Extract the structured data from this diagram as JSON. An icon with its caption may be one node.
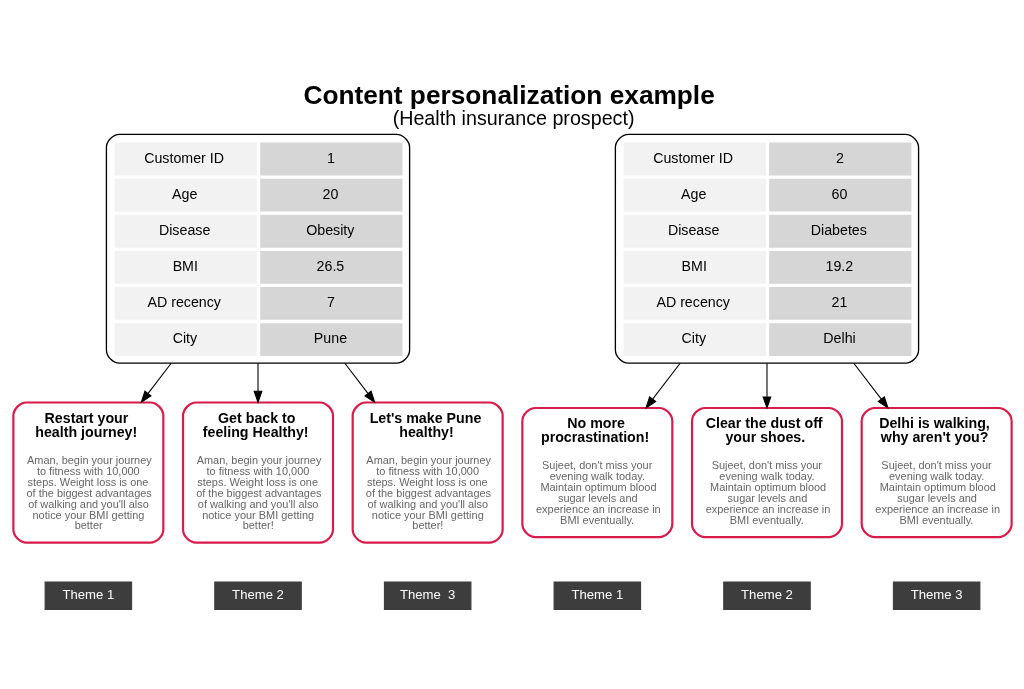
{
  "diagram": {
    "title": "Content personalization example",
    "caption": "(Health insurance prospect)",
    "nodes": [
      {
        "text": [
          "Customer ID",
          "1",
          "Age",
          "20",
          "Disease",
          "Obesity",
          "BMI",
          "26.5",
          "AD recency",
          "7",
          "City",
          "Pune"
        ]
      },
      {
        "text": [
          "Customer ID",
          "2",
          "Age",
          "60",
          "Disease",
          "Diabetes",
          "BMI",
          "19.2",
          "AD recency",
          "21",
          "City",
          "Delhi"
        ]
      },
      {
        "text": [
          "Restart your health journey!",
          "Aman, begin your journey to fitness with 10,000 steps. Weight loss is one of the biggest advantages  of walking and you'll also notice your BMI getting better"
        ]
      },
      {
        "text": [
          "Get back to feeling Healthy!",
          "Aman, begin your journey to fitness with 10,000 steps. Weight loss is one of the biggest advantages of walking and you'll also notice your BMI getting better!"
        ]
      },
      {
        "text": [
          "Let's make Pune healthy!",
          "Aman, begin your journey to fitness with 10,000 steps. Weight loss is one of the biggest advantages of walking and you'll also notice your BMI getting better!"
        ]
      },
      {
        "text": [
          "No more procrastination!",
          "Sujeet, don't miss your evening walk today. Maintain optimum blood sugar levels and experience an increase in BMI eventually."
        ]
      },
      {
        "text": [
          "Clear the dust off your shoes.",
          "Sujeet, don't miss your evening walk today. Maintain optimum blood sugar levels and experience an increase in BMI eventually."
        ]
      },
      {
        "text": [
          "Delhi is walking, why aren't you?",
          "Sujeet, don't miss your evening walk today. Maintain optimum blood sugar levels and experience an increase in BMI eventually."
        ]
      },
      {
        "text": [
          "Theme 1"
        ]
      },
      {
        "text": [
          "Theme 2"
        ]
      },
      {
        "text": [
          "Theme  3"
        ]
      },
      {
        "text": [
          "Theme 1"
        ]
      },
      {
        "text": [
          "Theme 2"
        ]
      },
      {
        "text": [
          "Theme 3"
        ]
      }
    ],
    "edges": [
      {
        "from": 0,
        "to": 2,
        "arrow": "to"
      },
      {
        "from": 0,
        "to": 3,
        "arrow": "to"
      },
      {
        "from": 0,
        "to": 4,
        "arrow": "to"
      },
      {
        "from": 1,
        "to": 5,
        "arrow": "to"
      },
      {
        "from": 1,
        "to": 6,
        "arrow": "to"
      },
      {
        "from": 1,
        "to": 7,
        "arrow": "to"
      }
    ]
  }
}
